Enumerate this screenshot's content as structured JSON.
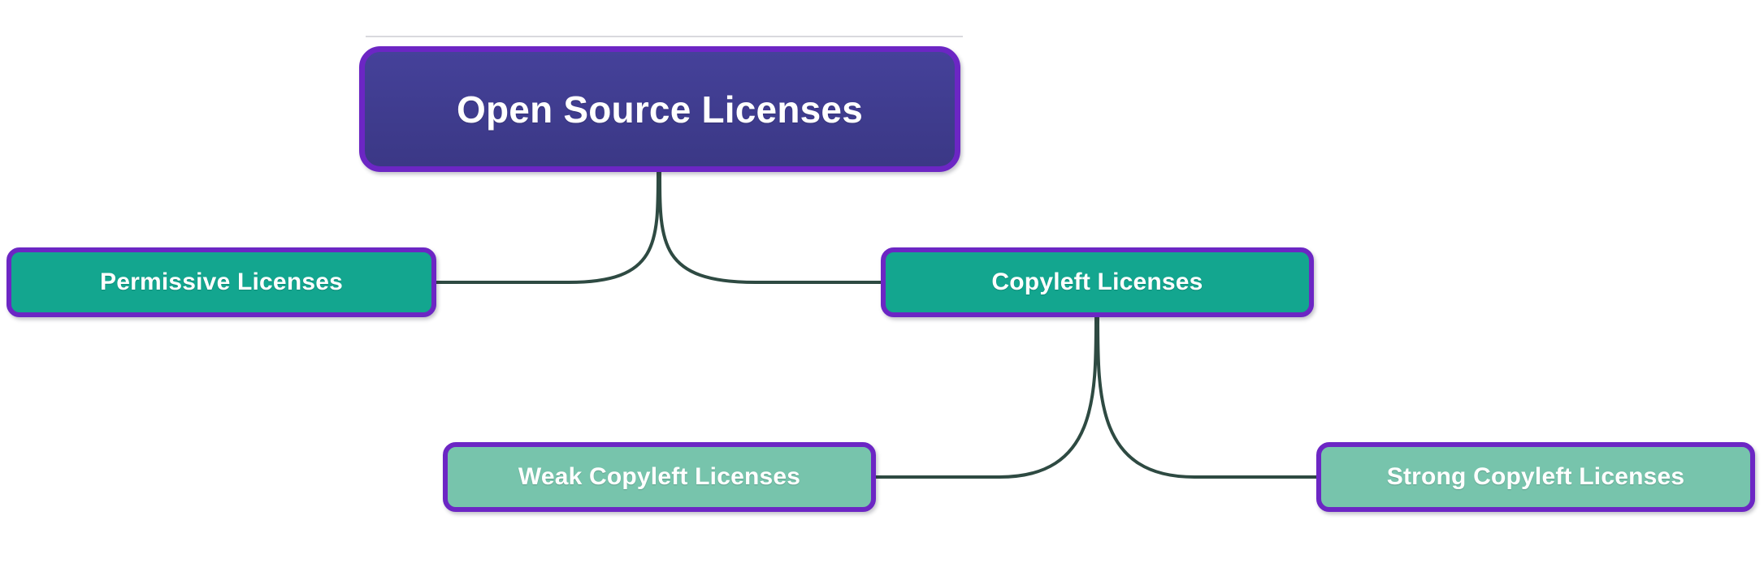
{
  "diagram": {
    "type": "mindmap",
    "title": "Open Source Licenses",
    "background_color": "#ffffff",
    "edge_color": "#2e4a42",
    "border_color": "#6c26c4",
    "nodes": {
      "root": {
        "label": "Open Source Licenses",
        "fill_color": "#3f3c8e",
        "text_color": "#ffffff",
        "level": 0
      },
      "permissive": {
        "label": "Permissive Licenses",
        "fill_color": "#13a68f",
        "text_color": "#ffffff",
        "level": 1
      },
      "copyleft": {
        "label": "Copyleft Licenses",
        "fill_color": "#13a68f",
        "text_color": "#ffffff",
        "level": 1
      },
      "weak_copyleft": {
        "label": "Weak Copyleft Licenses",
        "fill_color": "#77c4ac",
        "text_color": "#ffffff",
        "level": 2
      },
      "strong_copyleft": {
        "label": "Strong Copyleft Licenses",
        "fill_color": "#77c4ac",
        "text_color": "#ffffff",
        "level": 2
      }
    },
    "edges": [
      {
        "from": "root",
        "to": "permissive"
      },
      {
        "from": "root",
        "to": "copyleft"
      },
      {
        "from": "copyleft",
        "to": "weak_copyleft"
      },
      {
        "from": "copyleft",
        "to": "strong_copyleft"
      }
    ]
  }
}
